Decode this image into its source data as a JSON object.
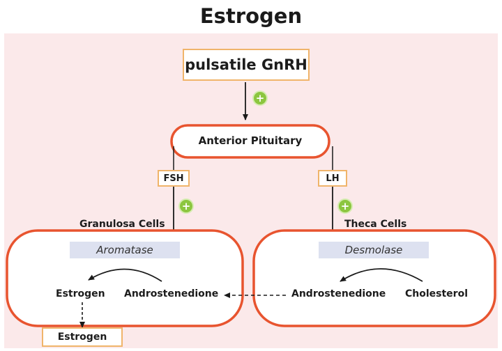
{
  "title": "Estrogen",
  "top_box": "pulsatile GnRH",
  "pituitary": "Anterior Pituitary",
  "hormones": {
    "left": "FSH",
    "right": "LH"
  },
  "stimulate_icon": "plus-icon",
  "cells": {
    "left": "Granulosa Cells",
    "right": "Theca Cells"
  },
  "enzymes": {
    "left": "Aromatase",
    "right": "Desmolase"
  },
  "granulosa": {
    "product": "Estrogen",
    "substrate": "Androstenedione"
  },
  "theca": {
    "product": "Androstenedione",
    "substrate": "Cholesterol"
  },
  "output": "Estrogen",
  "colors": {
    "panel_bg": "#fbe9ea",
    "outline": "#e8542f",
    "box_border": "#f0b46a",
    "plus": "#8cc63f",
    "enzyme_bg": "#dde1f0"
  }
}
